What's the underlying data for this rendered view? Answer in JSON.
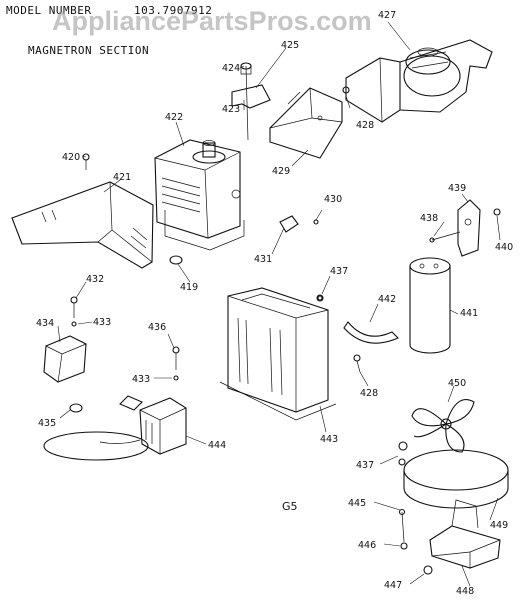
{
  "header": {
    "model_label": "MODEL NUMBER",
    "model_number": "103.7907912",
    "section_title": "MAGNETRON SECTION"
  },
  "watermark": "AppliancePartsPros.com",
  "figure_code": "G5",
  "parts": [
    {
      "id": "p420",
      "label": "420"
    },
    {
      "id": "p421",
      "label": "421"
    },
    {
      "id": "p422",
      "label": "422"
    },
    {
      "id": "p423",
      "label": "423"
    },
    {
      "id": "p424",
      "label": "424"
    },
    {
      "id": "p425",
      "label": "425"
    },
    {
      "id": "p427",
      "label": "427"
    },
    {
      "id": "p428a",
      "label": "428"
    },
    {
      "id": "p429",
      "label": "429"
    },
    {
      "id": "p430",
      "label": "430"
    },
    {
      "id": "p431",
      "label": "431"
    },
    {
      "id": "p419",
      "label": "419"
    },
    {
      "id": "p439",
      "label": "439"
    },
    {
      "id": "p438",
      "label": "438"
    },
    {
      "id": "p440",
      "label": "440"
    },
    {
      "id": "p432",
      "label": "432"
    },
    {
      "id": "p433a",
      "label": "433"
    },
    {
      "id": "p434",
      "label": "434"
    },
    {
      "id": "p435",
      "label": "435"
    },
    {
      "id": "p436",
      "label": "436"
    },
    {
      "id": "p433b",
      "label": "433"
    },
    {
      "id": "p444",
      "label": "444"
    },
    {
      "id": "p437a",
      "label": "437"
    },
    {
      "id": "p442",
      "label": "442"
    },
    {
      "id": "p441",
      "label": "441"
    },
    {
      "id": "p428b",
      "label": "428"
    },
    {
      "id": "p443",
      "label": "443"
    },
    {
      "id": "p450",
      "label": "450"
    },
    {
      "id": "p437b",
      "label": "437"
    },
    {
      "id": "p449",
      "label": "449"
    },
    {
      "id": "p445",
      "label": "445"
    },
    {
      "id": "p446",
      "label": "446"
    },
    {
      "id": "p447",
      "label": "447"
    },
    {
      "id": "p448",
      "label": "448"
    }
  ]
}
